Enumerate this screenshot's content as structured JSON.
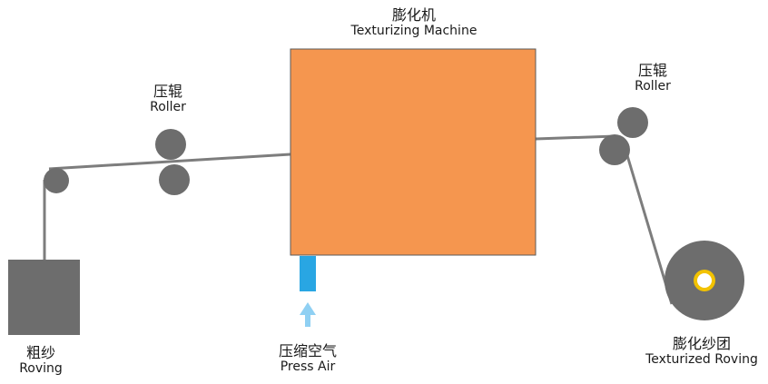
{
  "labels": {
    "machine": {
      "cn": "膨化机",
      "en": "Texturizing Machine"
    },
    "roller_left": {
      "cn": "压辊",
      "en": "Roller"
    },
    "roller_right": {
      "cn": "压辊",
      "en": "Roller"
    },
    "roving": {
      "cn": "粗纱",
      "en": "Roving"
    },
    "press_air": {
      "cn": "压缩空气",
      "en": "Press Air"
    },
    "output": {
      "cn": "膨化纱团",
      "en": "Texturized Roving"
    }
  },
  "colors": {
    "machine": "#f5964f",
    "machine_border": "#5a5a5a",
    "roller": "#6d6d6d",
    "roving_box": "#6d6d6d",
    "yarn": "#7d7d7d",
    "air_nozzle": "#29a6e3",
    "air_arrow": "#8fd0f3",
    "spool": "#6d6d6d",
    "spool_ring": "#f2c200",
    "spool_hole": "#ffffff"
  }
}
